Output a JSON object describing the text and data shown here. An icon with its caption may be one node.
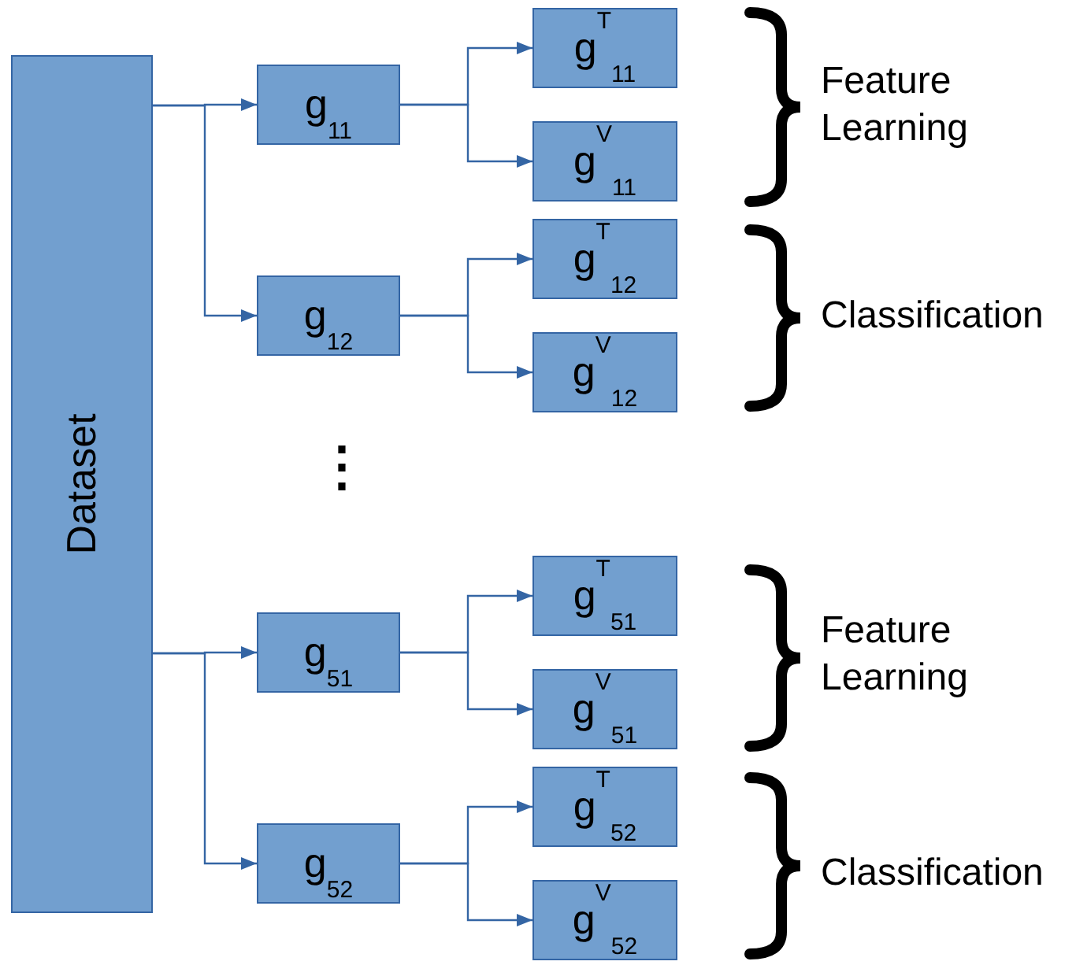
{
  "diagram": {
    "nodes": [
      {
        "text": [
          "Dataset"
        ]
      },
      {
        "text": [
          "g$_{11}$"
        ]
      },
      {
        "text": [
          "g$^{T}$$_{11}$"
        ]
      },
      {
        "text": [
          "g$^{V}$$_{11}$"
        ]
      },
      {
        "text": [
          "g$_{12}$"
        ]
      },
      {
        "text": [
          "g$^{T}$$_{12}$"
        ]
      },
      {
        "text": [
          "g$^{V}$$_{12}$"
        ]
      },
      {
        "text": [
          "g$_{51}$"
        ]
      },
      {
        "text": [
          "g$^{T}$$_{51}$"
        ]
      },
      {
        "text": [
          "g$^{V}$$_{51}$"
        ]
      },
      {
        "text": [
          "g$_{52}$"
        ]
      },
      {
        "text": [
          "g$^{T}$$_{52}$"
        ]
      },
      {
        "text": [
          "g$^{V}$$_{52}$"
        ]
      }
    ],
    "edges": [
      {
        "from": 0,
        "to": 1,
        "arrow": "to"
      },
      {
        "from": 0,
        "to": 4,
        "arrow": "to"
      },
      {
        "from": 1,
        "to": 2,
        "arrow": "to"
      },
      {
        "from": 1,
        "to": 3,
        "arrow": "to"
      },
      {
        "from": 4,
        "to": 5,
        "arrow": "to"
      },
      {
        "from": 4,
        "to": 6,
        "arrow": "to"
      },
      {
        "from": 0,
        "to": 7,
        "arrow": "to"
      },
      {
        "from": 0,
        "to": 10,
        "arrow": "to"
      },
      {
        "from": 7,
        "to": 8,
        "arrow": "to"
      },
      {
        "from": 7,
        "to": 9,
        "arrow": "to"
      },
      {
        "from": 10,
        "to": 11,
        "arrow": "to"
      },
      {
        "from": 10,
        "to": 12,
        "arrow": "to"
      }
    ],
    "labels": [
      "⋮",
      "Feature Learning",
      "Classification",
      "Feature Learning",
      "Classification"
    ]
  }
}
